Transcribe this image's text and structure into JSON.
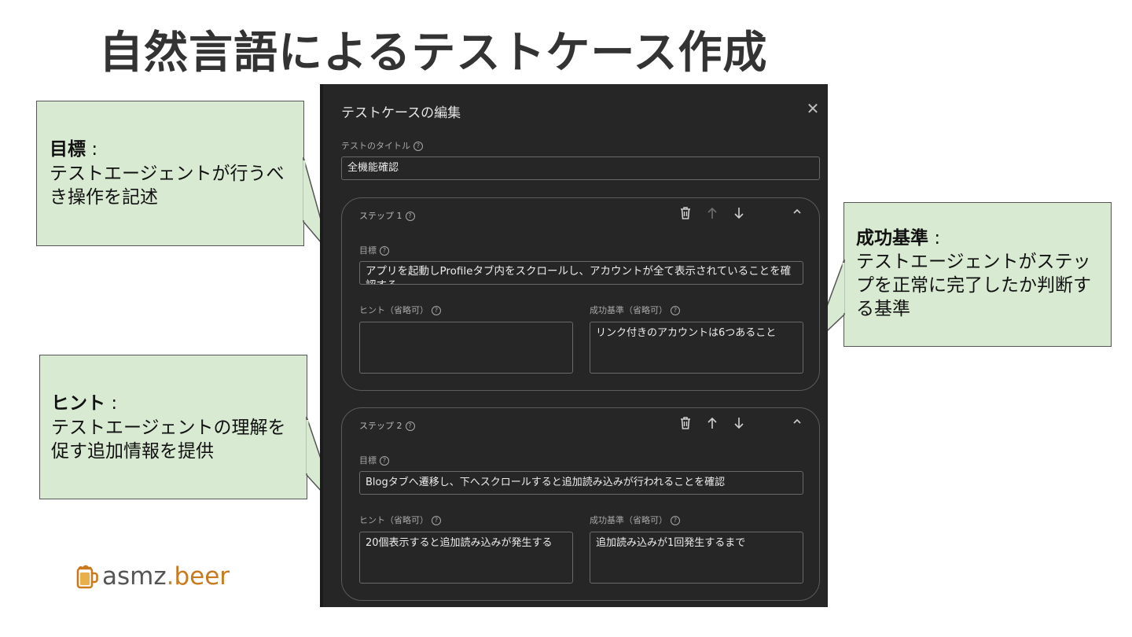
{
  "slide": {
    "title": "自然言語によるテストケース作成"
  },
  "callouts": {
    "goal": {
      "heading": "目標",
      "sep": ":",
      "body": "テストエージェントが行うべき操作を記述"
    },
    "hint": {
      "heading": "ヒント",
      "sep": ":",
      "body": "テストエージェントの理解を促す追加情報を提供"
    },
    "success": {
      "heading": "成功基準",
      "sep": ":",
      "body": "テストエージェントがステップを正常に完了したか判断する基準"
    }
  },
  "dialog": {
    "title": "テストケースの編集",
    "close_glyph": "✕",
    "test_title_label": "テストのタイトル",
    "test_title_value": "全機能確認",
    "help_glyph": "?",
    "steps": [
      {
        "label": "ステップ 1",
        "goal_label": "目標",
        "goal_value": "アプリを起動しProfileタブ内をスクロールし、アカウントが全て表示されていることを確認する",
        "hint_label": "ヒント（省略可）",
        "hint_value": "",
        "success_label": "成功基準（省略可）",
        "success_value": "リンク付きのアカウントは6つあること",
        "move_up_enabled": false
      },
      {
        "label": "ステップ 2",
        "goal_label": "目標",
        "goal_value": "Blogタブへ遷移し、下へスクロールすると追加読み込みが行われることを確認",
        "hint_label": "ヒント（省略可）",
        "hint_value": "20個表示すると追加読み込みが発生する",
        "success_label": "成功基準（省略可）",
        "success_value": "追加読み込みが1回発生するまで",
        "move_up_enabled": true
      }
    ]
  },
  "logo": {
    "part1": "asmz",
    "dot": ".",
    "part2": "beer"
  },
  "colors": {
    "callout_bg": "#d9ead3",
    "dialog_bg": "#262626",
    "logo_accent": "#c97a1e"
  }
}
